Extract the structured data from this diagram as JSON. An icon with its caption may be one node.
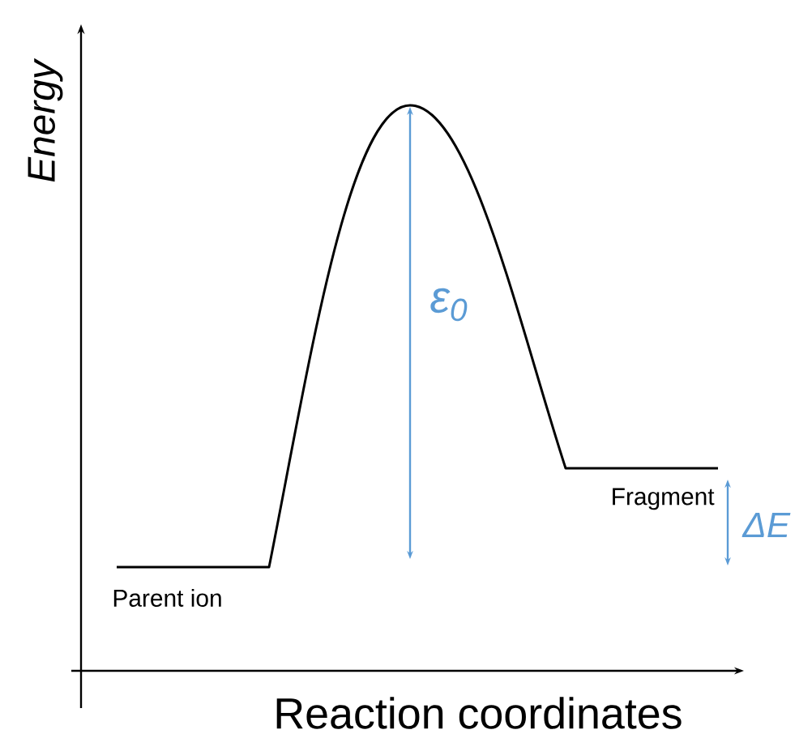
{
  "diagram": {
    "labels": [
      "Energy",
      "ε$_{0}$",
      "Fragment",
      "ΔE",
      "Parent ion",
      "Reaction coordinates"
    ]
  }
}
